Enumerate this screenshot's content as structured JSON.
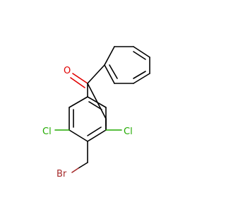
{
  "molecule": {
    "atoms": {
      "oxygen": {
        "symbol": "O",
        "color": "#e00000"
      },
      "chlorine_left": {
        "symbol": "Cl",
        "color": "#22aa00"
      },
      "chlorine_right": {
        "symbol": "Cl",
        "color": "#22aa00"
      },
      "bromine": {
        "symbol": "Br",
        "color": "#a52a2a"
      }
    },
    "colors": {
      "bond": "#000000",
      "background": "#ffffff"
    }
  }
}
